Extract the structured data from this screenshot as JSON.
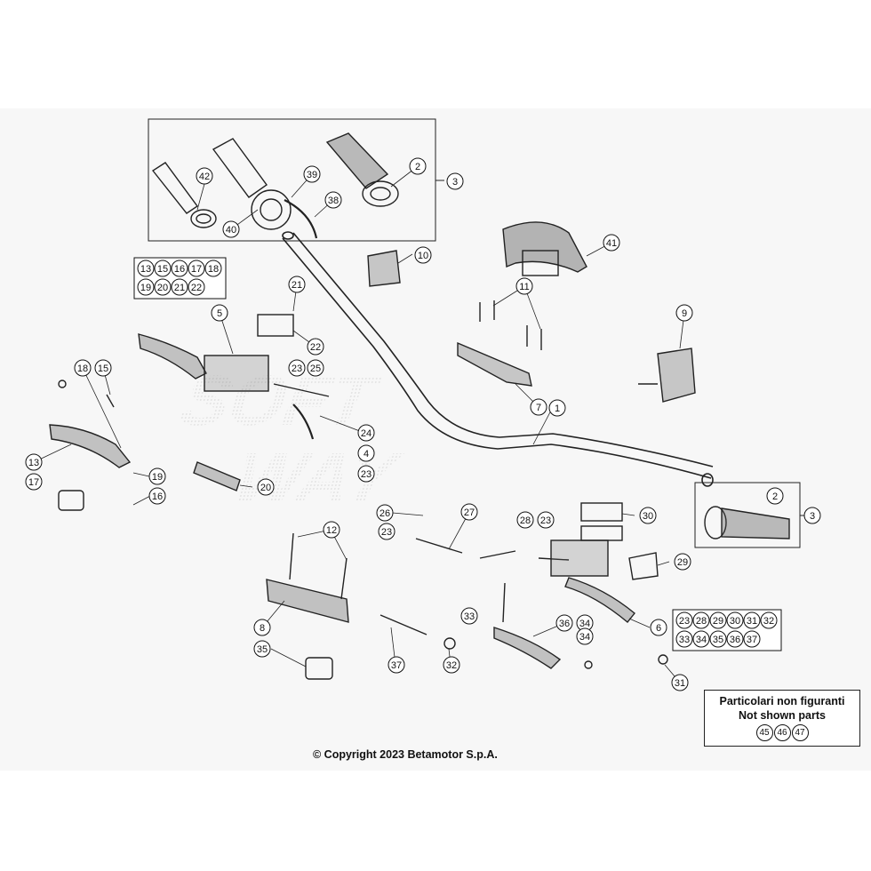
{
  "copyright": "© Copyright 2023 Betamotor S.p.A.",
  "not_shown": {
    "title_it": "Particolari non figuranti",
    "title_en": "Not shown parts",
    "numbers": [
      "45",
      "46",
      "47"
    ]
  },
  "groups": {
    "g5": [
      "13",
      "15",
      "16",
      "17",
      "18",
      "19",
      "20",
      "21",
      "22"
    ],
    "g6": [
      "23",
      "28",
      "29",
      "30",
      "31",
      "32",
      "33",
      "34",
      "35",
      "36",
      "37"
    ]
  },
  "callouts": [
    "1",
    "2",
    "3",
    "4",
    "5",
    "6",
    "7",
    "8",
    "9",
    "10",
    "11",
    "12",
    "13",
    "15",
    "16",
    "17",
    "18",
    "19",
    "20",
    "21",
    "22",
    "23",
    "24",
    "25",
    "26",
    "27",
    "28",
    "29",
    "30",
    "31",
    "32",
    "33",
    "34",
    "35",
    "36",
    "37",
    "38",
    "39",
    "40",
    "41",
    "42"
  ]
}
